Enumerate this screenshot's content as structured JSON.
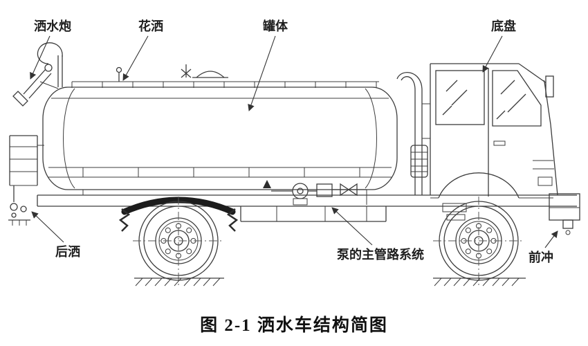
{
  "figure": {
    "caption": "图 2-1 洒水车结构简图"
  },
  "labels": {
    "water_cannon": "洒水炮",
    "flower_sprinkler": "花洒",
    "tank": "罐体",
    "chassis": "底盘",
    "rear_spray": "后洒",
    "pump_main_pipeline": "泵的主管路系统",
    "front_flush": "前冲"
  },
  "colors": {
    "line": "#3c3c3c",
    "text": "#1f1f1f",
    "background": "#ffffff"
  }
}
